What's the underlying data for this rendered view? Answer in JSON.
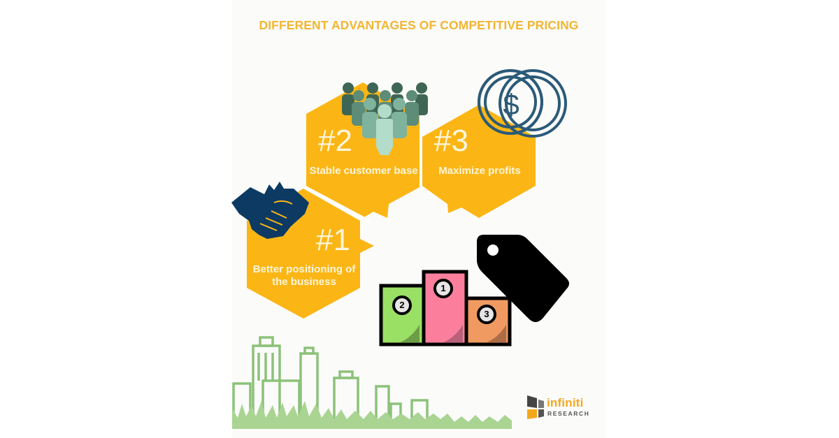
{
  "infographic": {
    "title": "DIFFERENT ADVANTAGES OF COMPETITIVE PRICING",
    "colors": {
      "title": "#f2b632",
      "hexagon": "#fbb615",
      "hexagon_text": "#fdf5dc",
      "handshake": "#0c3a63",
      "coin": "#2b5a78",
      "people_dark": "#3f6654",
      "people_mid": "#5d8c78",
      "people_light": "#7fb39d",
      "people_front": "#b4dccb",
      "podium_green": "#99e064",
      "podium_pink": "#fb7f9c",
      "podium_orange": "#f09a62",
      "tag": "#000000",
      "city": "#8cc279"
    },
    "advantages": [
      {
        "number": "#1",
        "label": "Better positioning of the business",
        "icon": "handshake-icon"
      },
      {
        "number": "#2",
        "label": "Stable customer base",
        "icon": "people-group-icon"
      },
      {
        "number": "#3",
        "label": "Maximize profits",
        "icon": "dollar-coins-icon"
      }
    ],
    "podium": {
      "places": [
        "2",
        "1",
        "3"
      ],
      "icon": "price-tag-icon"
    },
    "logo": {
      "name": "infiniti",
      "subtitle": "RESEARCH"
    }
  }
}
